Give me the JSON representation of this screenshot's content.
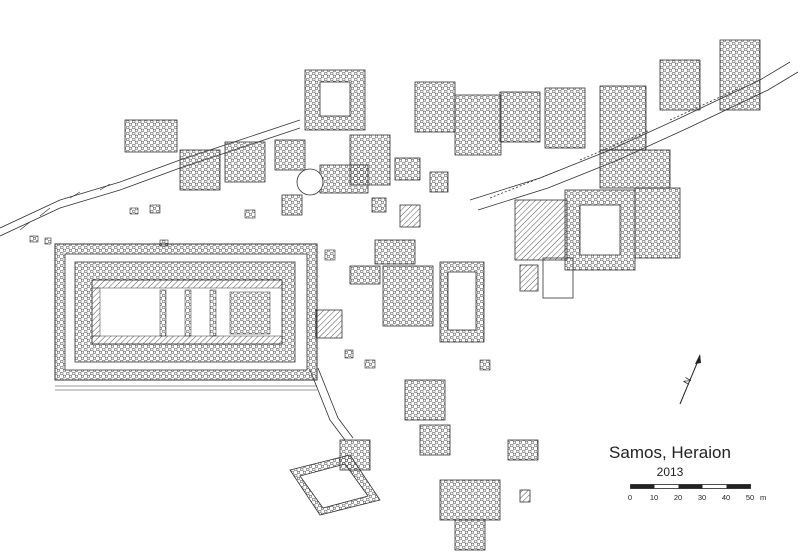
{
  "map": {
    "title": "Samos, Heraion",
    "year": "2013",
    "north_label": "N",
    "scale": {
      "ticks": [
        "0",
        "10",
        "20",
        "30",
        "40",
        "50"
      ],
      "unit": "m"
    },
    "colors": {
      "line": "#333333",
      "hatch": "#555555",
      "background": "#ffffff"
    },
    "icons": {
      "north": "north-arrow-icon"
    }
  }
}
